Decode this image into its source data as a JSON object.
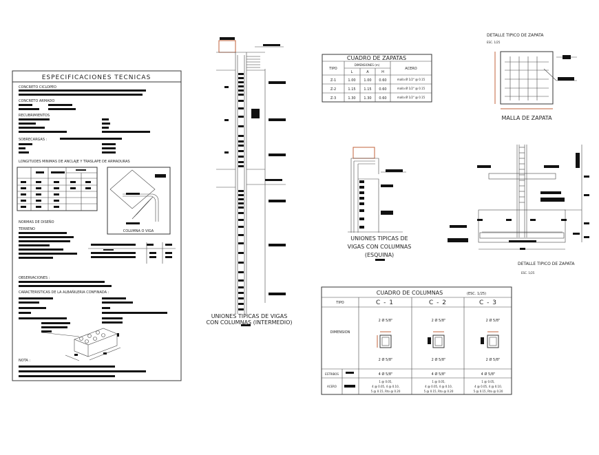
{
  "specs": {
    "title": "ESPECIFICACIONES TECNICAS",
    "concreto_ciclopeo": "CONCRETO CICLOPEO",
    "concreto_armado": "CONCRETO ARMADO",
    "recubrimientos": "RECUBRIMIENTOS",
    "sobrecargas": "SOBRECARGAS :",
    "longitudes": "LONGITUDES MINIMAS DE ANCLAJE Y TRASLAPE DE ARMADURAS",
    "columna_o_viga": "COLUMNA O VIGA",
    "normas": "NORMAS DE DISEÑO",
    "terreno": "TERRENO",
    "observaciones": "OBSERVACIONES :",
    "albanileria": "CARACTERISTICAS DE LA ALBAÑILERIA CONFINADA :",
    "nota": "NOTA :"
  },
  "zapatas": {
    "title": "CUADRO DE ZAPATAS",
    "col_tipo": "TIPO",
    "col_dimensiones": "DIMENSIONES (m)",
    "col_acero": "ACERO",
    "sub": [
      "L",
      "A",
      "H"
    ],
    "rows": [
      {
        "tipo": "Z-1",
        "l": "1.00",
        "a": "1.00",
        "h": "0.60",
        "acero": "malla Ø 1/2\" @ 0.15"
      },
      {
        "tipo": "Z-2",
        "l": "1.15",
        "a": "1.15",
        "h": "0.60",
        "acero": "malla Ø 1/2\" @ 0.15"
      },
      {
        "tipo": "Z-3",
        "l": "1.30",
        "a": "1.30",
        "h": "0.60",
        "acero": "malla Ø 1/2\" @ 0.15"
      }
    ]
  },
  "malla": {
    "title": "DETALLE TIPICO DE ZAPATA",
    "scale": "ESC. 1/25",
    "caption": "MALLA DE ZAPATA"
  },
  "detalle_zapata": {
    "title": "DETALLE TIPICO DE ZAPATA",
    "scale": "ESC. 1/25"
  },
  "union_intermedio": {
    "line1": "UNIONES TIPICAS DE VIGAS",
    "line2": "CON COLUMNAS (INTERMEDIO)"
  },
  "union_esquina": {
    "line1": "UNIONES TIPICAS DE",
    "line2": "VIGAS CON COLUMNAS",
    "line3": "(ESQUINA)"
  },
  "columnas": {
    "title": "CUADRO DE COLUMNAS",
    "scale": "(ESC. 1/25)",
    "col_tipo": "TIPO",
    "dimension_label": "DIMENSION",
    "row_label_1": "ESTRIBOS",
    "row_label_2": "ACERO",
    "types": [
      {
        "name": "C - 1",
        "top": "2 Ø 5/8\"",
        "bottom": "2 Ø 5/8\"",
        "acero": "4 Ø 5/8\"",
        "estribo_1": "1 @ 0.05,",
        "estribo_2": "4 @ 0.05, 4 @ 0.10,",
        "estribo_3": "5 @ 0.15, Rto @ 0.20"
      },
      {
        "name": "C - 2",
        "top": "2 Ø 5/8\"",
        "bottom": "2 Ø 5/8\"",
        "acero": "4 Ø 5/8\"",
        "estribo_1": "1 @ 0.05,",
        "estribo_2": "4 @ 0.05, 4 @ 0.10,",
        "estribo_3": "5 @ 0.15, Rto @ 0.20"
      },
      {
        "name": "C - 3",
        "top": "2 Ø 5/8\"",
        "bottom": "2 Ø 5/8\"",
        "acero": "4 Ø 5/8\"",
        "estribo_1": "1 @ 0.05,",
        "estribo_2": "4 @ 0.05, 4 @ 0.10,",
        "estribo_3": "5 @ 0.15, Rto @ 0.20"
      }
    ]
  },
  "colors": {
    "line": "#333333",
    "dimension": "#c0603a",
    "redacted": "#111111"
  }
}
